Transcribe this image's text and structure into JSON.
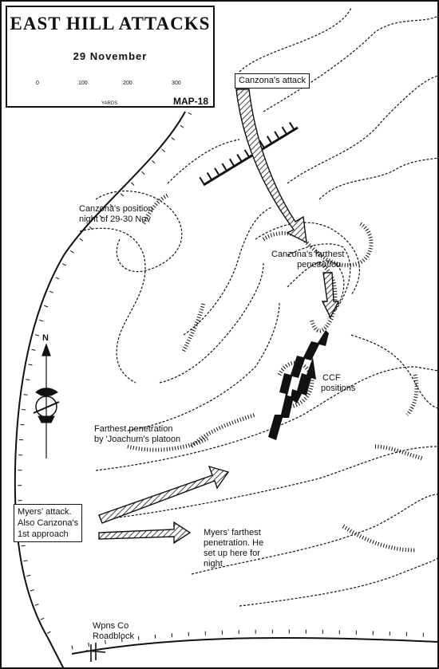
{
  "title": "EAST HILL ATTACKS",
  "date": "29 November",
  "scale": {
    "ticks": [
      "0",
      "100",
      "200",
      "300"
    ],
    "unit": "YARDS"
  },
  "map_number": "MAP-18",
  "north": "N",
  "labels": {
    "canzona_attack": "Canzona's attack",
    "canzona_position_1": "Canzona's position",
    "canzona_position_2": "night of 29-30 Nov",
    "canzona_farthest_1": "Canzona's farthest",
    "canzona_farthest_2": "penetration",
    "ccf_1": "CCF",
    "ccf_2": "positions",
    "joachum_1": "Farthest penetration",
    "joachum_2": "by 'Joachum's platoon",
    "myers_attack_1": "Myers' attack.",
    "myers_attack_2": "Also Canzona's",
    "myers_attack_3": "1st approach",
    "myers_farthest_1": "Myers' farthest",
    "myers_farthest_2": "penetration. He",
    "myers_farthest_3": "set up here for",
    "myers_farthest_4": "night",
    "roadblock_1": "Wpns Co",
    "roadblock_2": "Roadblock"
  },
  "colors": {
    "ink": "#111111",
    "paper": "#ffffff"
  },
  "icons": [
    "north-arrow-icon",
    "marine-emblem-icon",
    "attack-arrow-icon",
    "ccf-position-icon",
    "roadblock-icon"
  ]
}
